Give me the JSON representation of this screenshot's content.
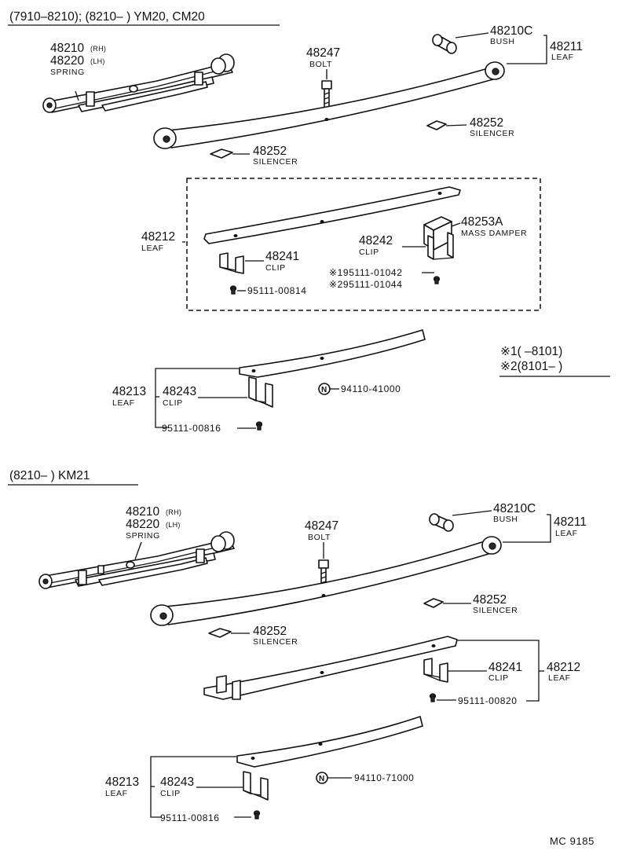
{
  "sections": [
    {
      "heading": "(7910–8210); (8210–        ) YM20, CM20"
    },
    {
      "heading": "(8210–        ) KM21"
    }
  ],
  "parts": {
    "spring_rh_no": "48210",
    "spring_rh_suffix": "(RH)",
    "spring_lh_no": "48220",
    "spring_lh_suffix": "(LH)",
    "spring_name": "SPRING",
    "bolt_no": "48247",
    "bolt_name": "BOLT",
    "bush_no": "48210C",
    "bush_name": "BUSH",
    "leaf_main_no": "48211",
    "leaf_name": "LEAF",
    "silencer_no": "48252",
    "silencer_name": "SILENCER",
    "leaf2_no": "48212",
    "mass_damper_no": "48253A",
    "mass_damper_name": "MASS DAMPER",
    "clip_48242_no": "48242",
    "clip_name": "CLIP",
    "clip_48241_no": "48241",
    "rivet_1": "※195111-01042",
    "rivet_2": "※295111-01044",
    "rivet_00814": "95111-00814",
    "leaf3_no": "48213",
    "clip_48243_no": "48243",
    "rivet_00816": "95111-00816",
    "rivet_00820": "95111-00820",
    "n_mark": "N",
    "n_part_upper": "94110-41000",
    "n_part_lower": "94110-71000"
  },
  "legend": {
    "note1": "※1(        –8101)",
    "note2": "※2(8101–        )"
  },
  "footer": {
    "code": "MC  9185"
  }
}
